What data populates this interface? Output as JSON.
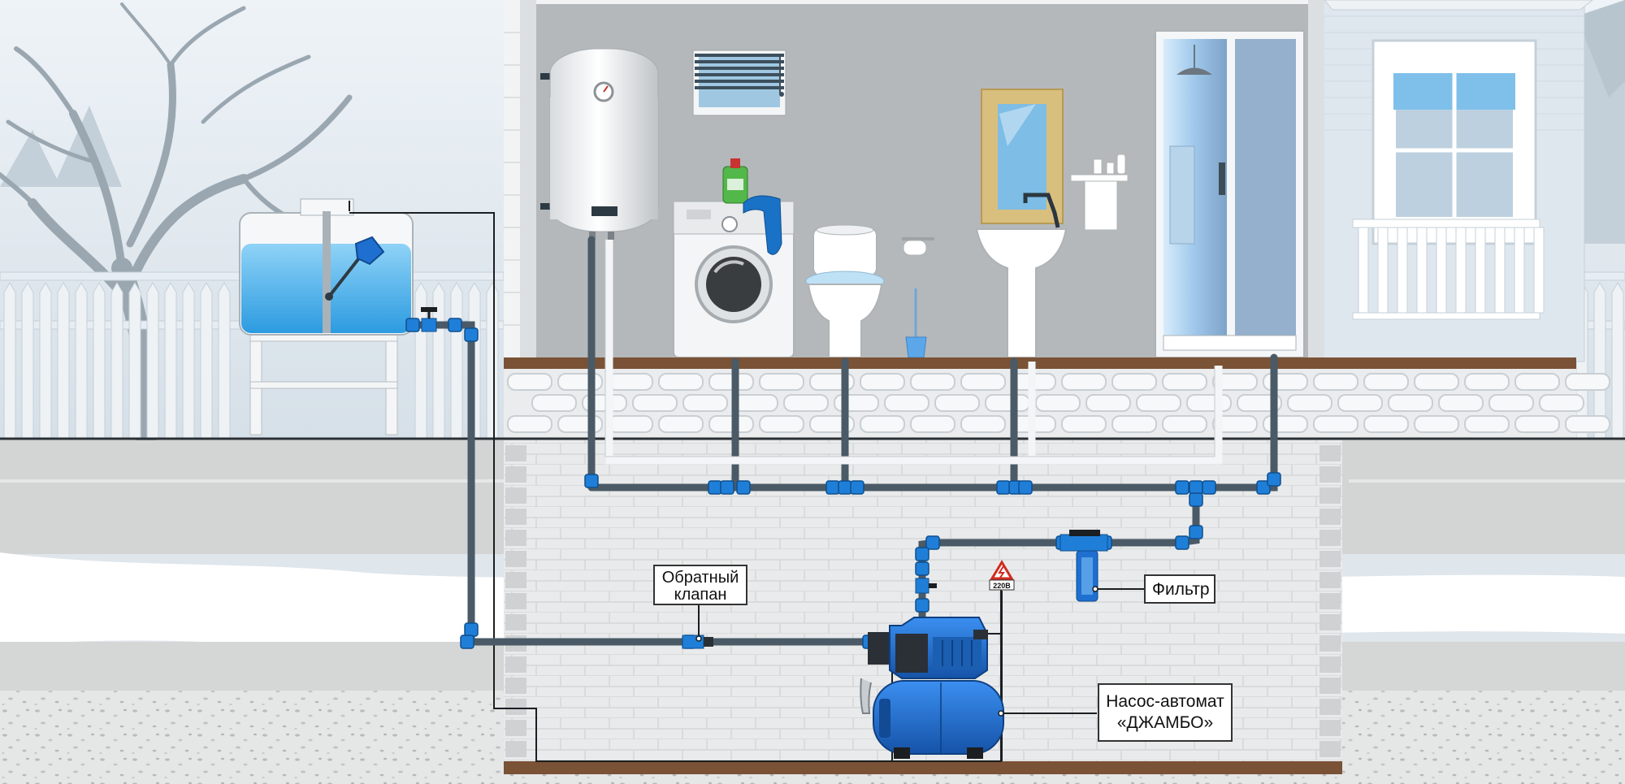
{
  "labels": {
    "check_valve": [
      "Обратный",
      "клапан"
    ],
    "filter": "Фильтр",
    "pump": [
      "Насос-автомат",
      "«ДЖАМБО»"
    ],
    "voltage": "220В"
  },
  "colors": {
    "pipe": "#4a5a66",
    "fitting": "#1f7fd8",
    "water": "#3aa7e8",
    "pump_blue": "#1e6fd0",
    "soil": "#d3d4d4",
    "basement_wall": "#e8e9ea",
    "snow": "#ffffff",
    "floor": "#7a5236",
    "room_wall": "#b4b8bb"
  },
  "icons": [
    "tree-icon",
    "fence-icon",
    "water-tank-icon",
    "float-valve-icon",
    "water-heater-icon",
    "window-blinds-icon",
    "washing-machine-icon",
    "detergent-bottle-icon",
    "toilet-icon",
    "toilet-paper-icon",
    "toilet-brush-icon",
    "mirror-icon",
    "sink-icon",
    "shelf-icon",
    "shower-cabin-icon",
    "shut-off-valve-icon",
    "pump-icon",
    "hydro-accumulator-icon",
    "filter-icon",
    "electric-hazard-icon"
  ]
}
